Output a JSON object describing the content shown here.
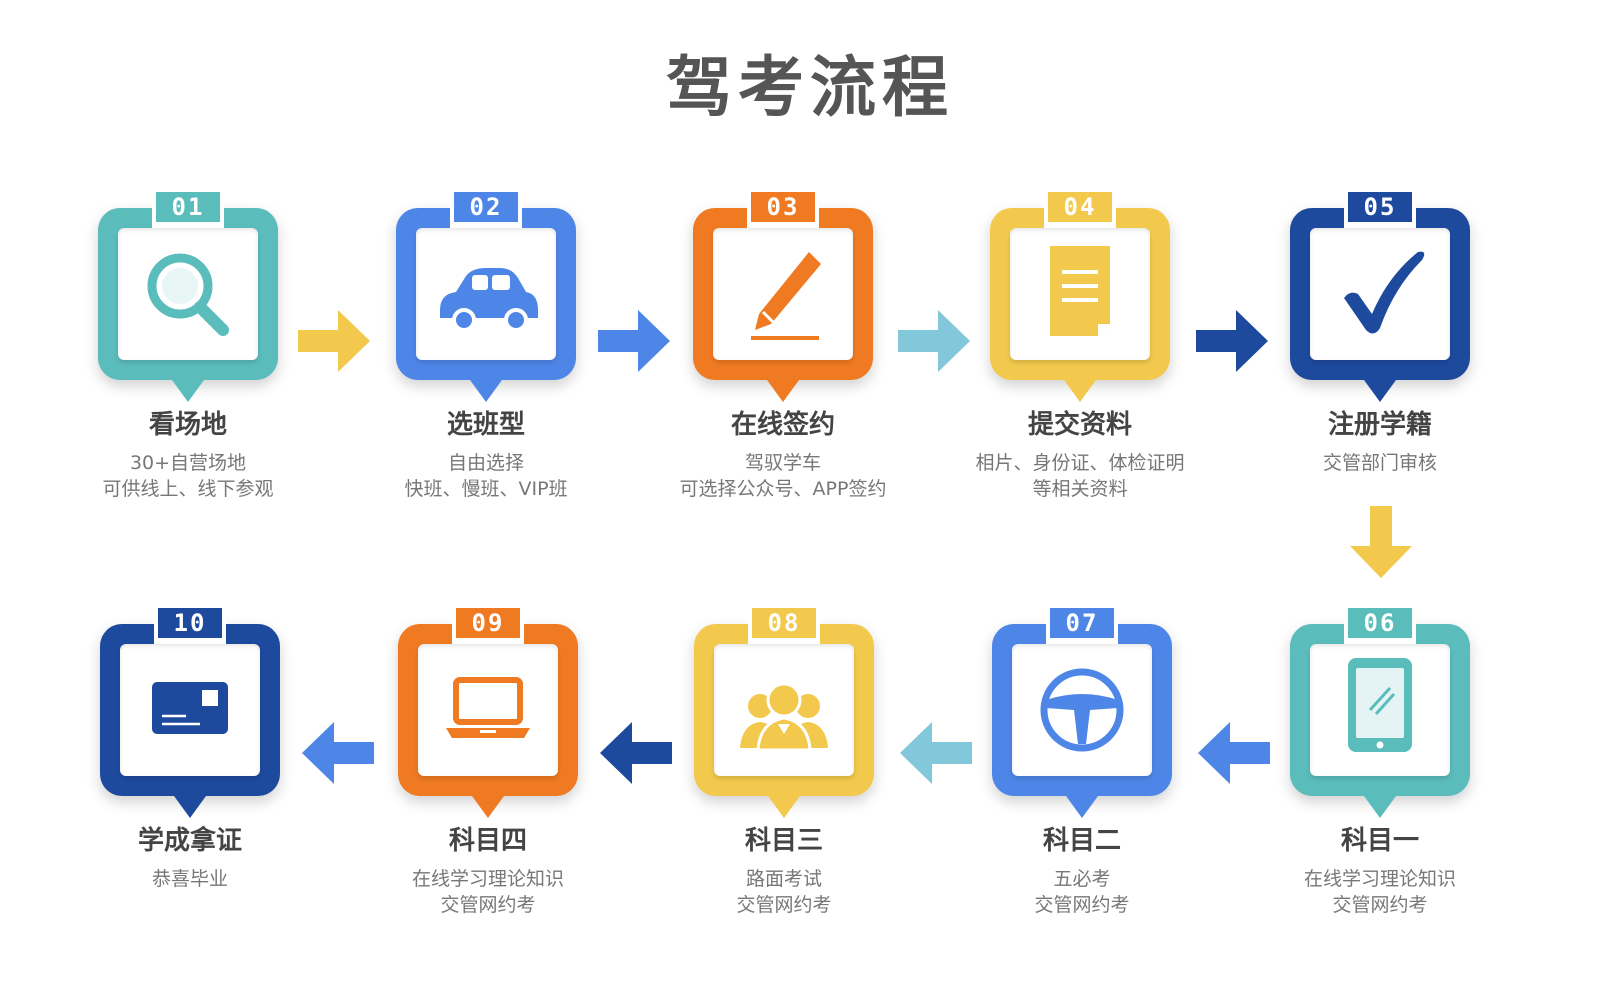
{
  "title": "驾考流程",
  "colors": {
    "teal": "#5BBCBC",
    "blue": "#4E86E8",
    "orange": "#EF7A22",
    "yellow": "#F2C94C",
    "navy": "#1E4A9E",
    "lightblue": "#82C8DA"
  },
  "steps": [
    {
      "num": "01",
      "label": "看场地",
      "lines": [
        "30+自营场地",
        "可供线上、线下参观"
      ],
      "color": "#5BBCBC",
      "icon": "search-icon"
    },
    {
      "num": "02",
      "label": "选班型",
      "lines": [
        "自由选择",
        "快班、慢班、VIP班"
      ],
      "color": "#4E86E8",
      "icon": "car-icon"
    },
    {
      "num": "03",
      "label": "在线签约",
      "lines": [
        "驾驭学车",
        "可选择公众号、APP签约"
      ],
      "color": "#EF7A22",
      "icon": "pen-icon"
    },
    {
      "num": "04",
      "label": "提交资料",
      "lines": [
        "相片、身份证、体检证明",
        "等相关资料"
      ],
      "color": "#F2C94C",
      "icon": "document-icon"
    },
    {
      "num": "05",
      "label": "注册学籍",
      "lines": [
        "交管部门审核"
      ],
      "color": "#1E4A9E",
      "icon": "checkmark-icon"
    },
    {
      "num": "06",
      "label": "科目一",
      "lines": [
        "在线学习理论知识",
        "交管网约考"
      ],
      "color": "#5BBCBC",
      "icon": "tablet-icon"
    },
    {
      "num": "07",
      "label": "科目二",
      "lines": [
        "五必考",
        "交管网约考"
      ],
      "color": "#4E86E8",
      "icon": "steering-wheel-icon"
    },
    {
      "num": "08",
      "label": "科目三",
      "lines": [
        "路面考试",
        "交管网约考"
      ],
      "color": "#F2C94C",
      "icon": "people-icon"
    },
    {
      "num": "09",
      "label": "科目四",
      "lines": [
        "在线学习理论知识",
        "交管网约考"
      ],
      "color": "#EF7A22",
      "icon": "laptop-icon"
    },
    {
      "num": "10",
      "label": "学成拿证",
      "lines": [
        "恭喜毕业"
      ],
      "color": "#1E4A9E",
      "icon": "license-card-icon"
    }
  ],
  "arrows": [
    {
      "dir": "right",
      "color": "#F2C94C"
    },
    {
      "dir": "right",
      "color": "#4E86E8"
    },
    {
      "dir": "right",
      "color": "#82C8DA"
    },
    {
      "dir": "right",
      "color": "#1E4A9E"
    },
    {
      "dir": "down",
      "color": "#F2C94C"
    },
    {
      "dir": "left",
      "color": "#4E86E8"
    },
    {
      "dir": "left",
      "color": "#82C8DA"
    },
    {
      "dir": "left",
      "color": "#1E4A9E"
    },
    {
      "dir": "left",
      "color": "#4E86E8"
    }
  ]
}
